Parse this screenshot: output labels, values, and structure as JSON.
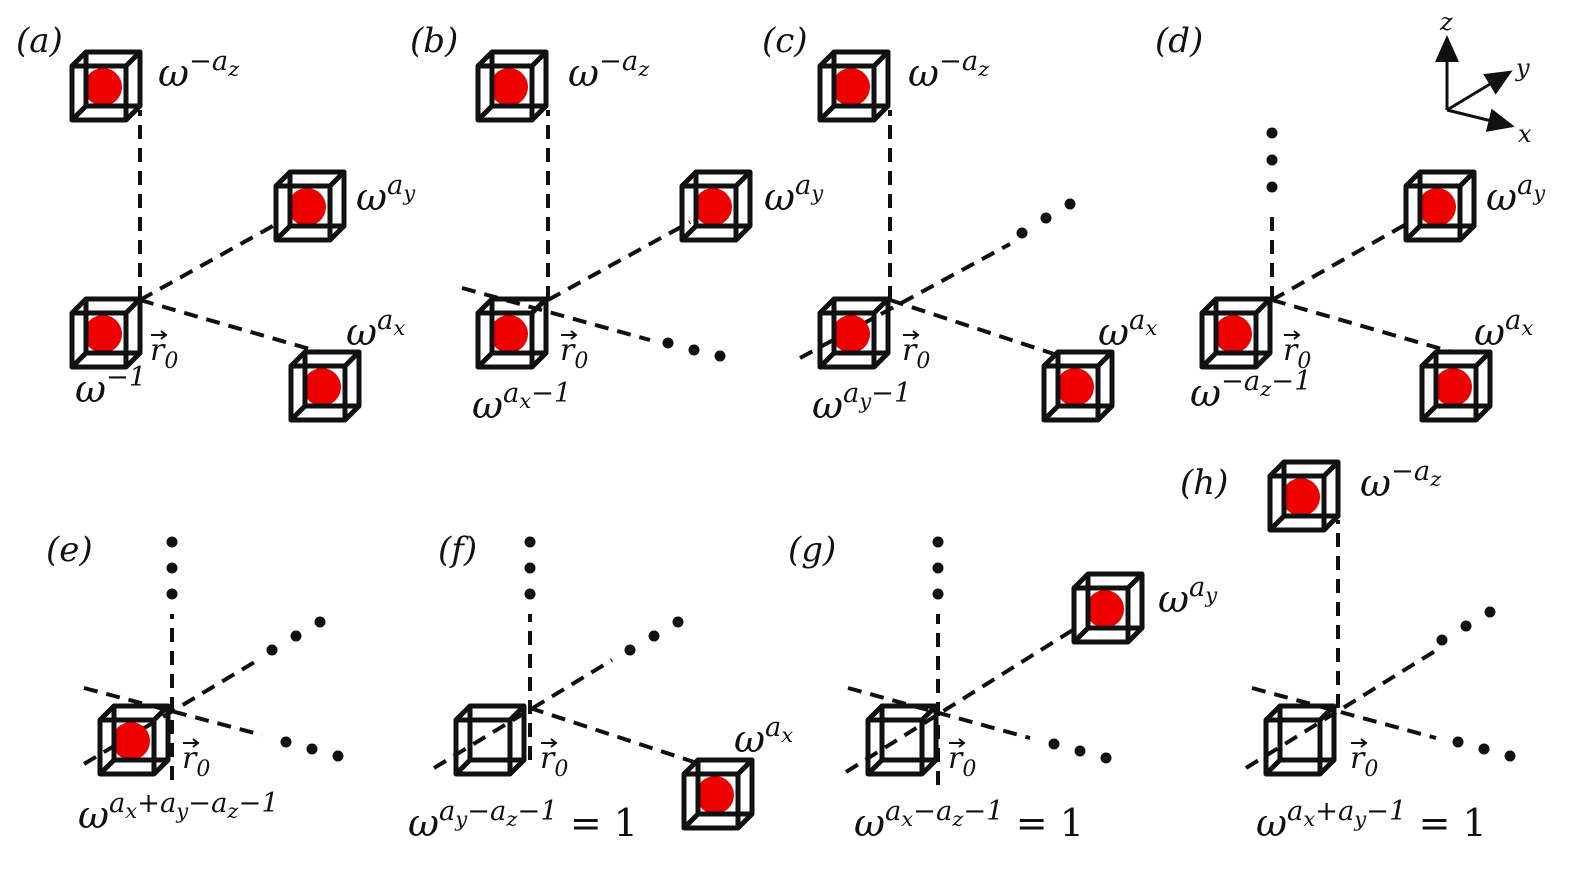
{
  "panels": [
    {
      "id": "a",
      "tag": "(a)",
      "top": {
        "b": "ω",
        "e": "−a",
        "s": "z"
      },
      "right": {
        "b": "ω",
        "e": "a",
        "s": "y"
      },
      "low": {
        "b": "ω",
        "e": "a",
        "s": "x"
      },
      "r0": "r",
      "r0sub": "0",
      "caption": {
        "b": "ω",
        "e": "−1",
        "tail": ""
      }
    },
    {
      "id": "b",
      "tag": "(b)",
      "top": {
        "b": "ω",
        "e": "−a",
        "s": "z"
      },
      "right": {
        "b": "ω",
        "e": "a",
        "s": "y"
      },
      "r0": "r",
      "r0sub": "0",
      "caption": {
        "b": "ω",
        "e": "a",
        "s": "x",
        "e2": "−1",
        "tail": ""
      }
    },
    {
      "id": "c",
      "tag": "(c)",
      "top": {
        "b": "ω",
        "e": "−a",
        "s": "z"
      },
      "right": {
        "b": "ω",
        "e": "a",
        "s": "y"
      },
      "low": {
        "b": "ω",
        "e": "a",
        "s": "x"
      },
      "r0": "r",
      "r0sub": "0",
      "caption": {
        "b": "ω",
        "e": "a",
        "s": "y",
        "e2": "−1",
        "tail": ""
      }
    },
    {
      "id": "d",
      "tag": "(d)",
      "right": {
        "b": "ω",
        "e": "a",
        "s": "y"
      },
      "low": {
        "b": "ω",
        "e": "a",
        "s": "x"
      },
      "r0": "r",
      "r0sub": "0",
      "caption": {
        "b": "ω",
        "e": "−a",
        "s": "z",
        "e2": "−1",
        "tail": ""
      }
    },
    {
      "id": "e",
      "tag": "(e)",
      "r0": "r",
      "r0sub": "0",
      "caption": {
        "b": "ω",
        "e": "a",
        "s": "x",
        "e2": "+a",
        "s2": "y",
        "e3": "−a",
        "s3": "z",
        "e4": "−1",
        "tail": ""
      }
    },
    {
      "id": "f",
      "tag": "(f)",
      "low": {
        "b": "ω",
        "e": "a",
        "s": "x"
      },
      "r0": "r",
      "r0sub": "0",
      "caption": {
        "b": "ω",
        "e": "a",
        "s": "y",
        "e2": "−a",
        "s2": "z",
        "e3": "−1",
        "tail": "= 1"
      }
    },
    {
      "id": "g",
      "tag": "(g)",
      "right": {
        "b": "ω",
        "e": "a",
        "s": "y"
      },
      "r0": "r",
      "r0sub": "0",
      "caption": {
        "b": "ω",
        "e": "a",
        "s": "x",
        "e2": "−a",
        "s2": "z",
        "e3": "−1",
        "tail": "= 1"
      }
    },
    {
      "id": "h",
      "tag": "(h)",
      "top": {
        "b": "ω",
        "e": "−a",
        "s": "z"
      },
      "r0": "r",
      "r0sub": "0",
      "caption": {
        "b": "ω",
        "e": "a",
        "s": "x",
        "e2": "+a",
        "s2": "y",
        "e3": "−1",
        "tail": "= 1"
      }
    }
  ],
  "axes_key": {
    "z": "z",
    "y": "y",
    "x": "x"
  },
  "colors": {
    "line": "#111111",
    "site": "#ee0000"
  }
}
